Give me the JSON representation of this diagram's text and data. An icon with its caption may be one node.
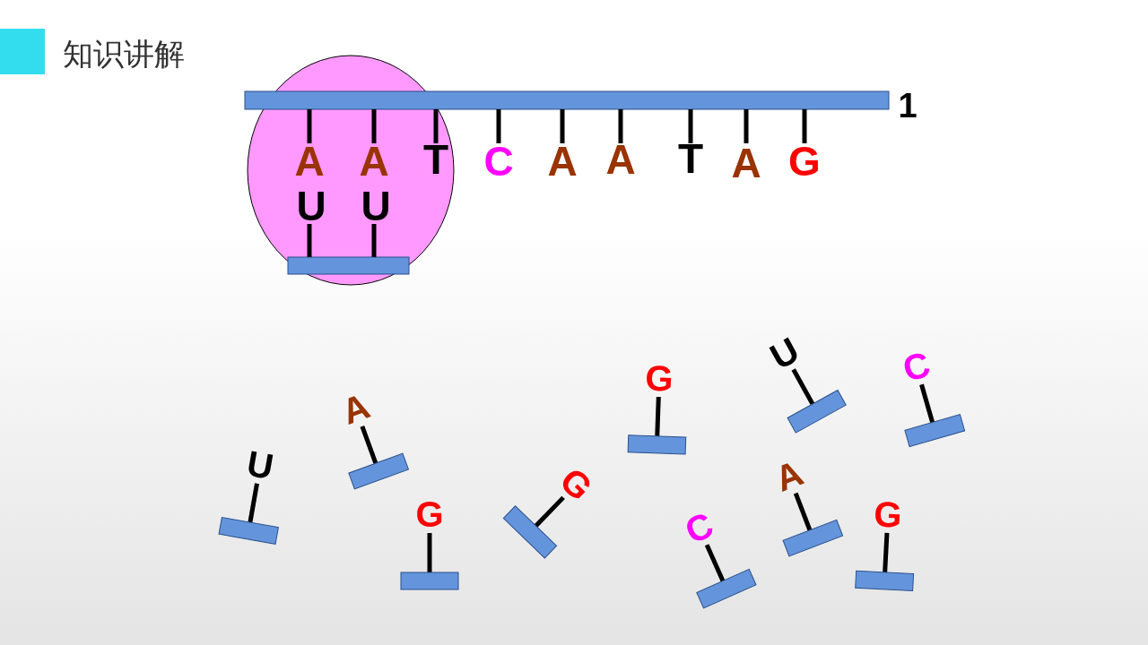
{
  "diagram": {
    "title": "知识讲解",
    "labels": [
      "1",
      "A",
      "A",
      "T",
      "C",
      "A",
      "A",
      "T",
      "A",
      "G",
      "U",
      "U",
      "U",
      "A",
      "G",
      "G",
      "G",
      "C",
      "U",
      "A",
      "G",
      "C"
    ]
  }
}
